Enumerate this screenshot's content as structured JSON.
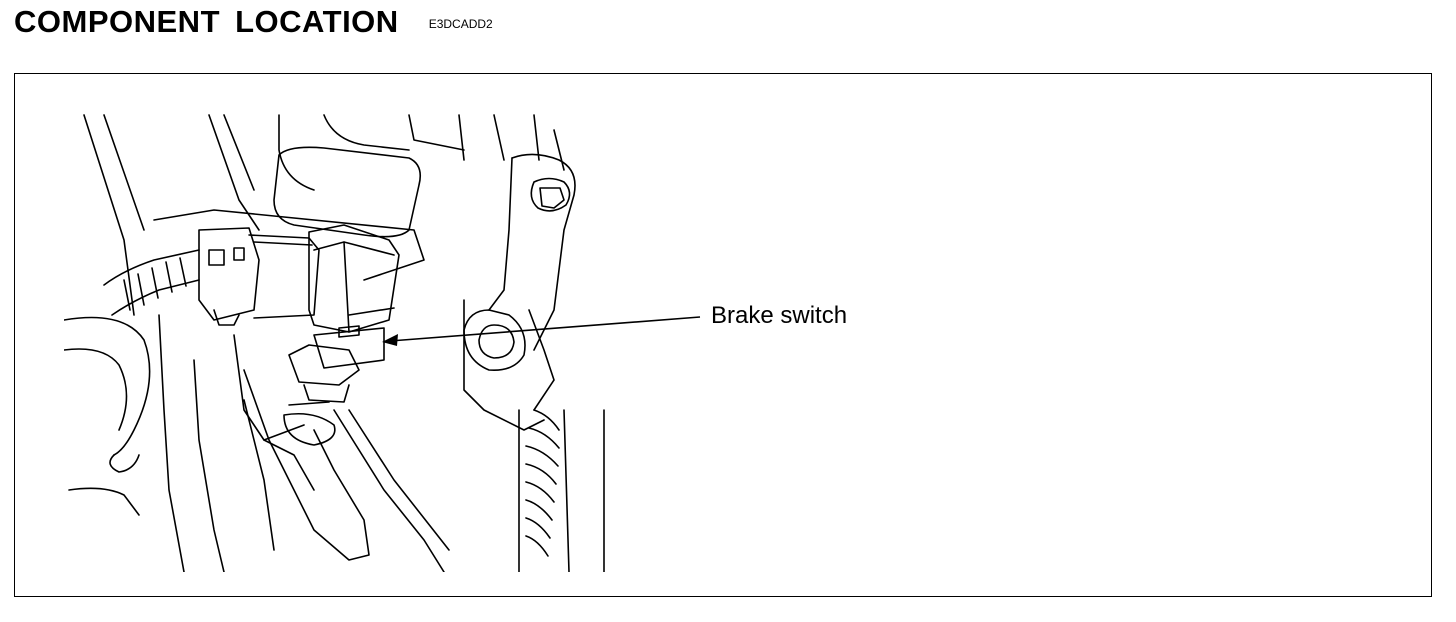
{
  "heading": {
    "title": "COMPONENT LOCATION",
    "code": "E3DCADD2"
  },
  "figure": {
    "callouts": [
      {
        "label": "Brake switch"
      }
    ]
  },
  "colors": {
    "line": "#000000",
    "background": "#ffffff"
  }
}
